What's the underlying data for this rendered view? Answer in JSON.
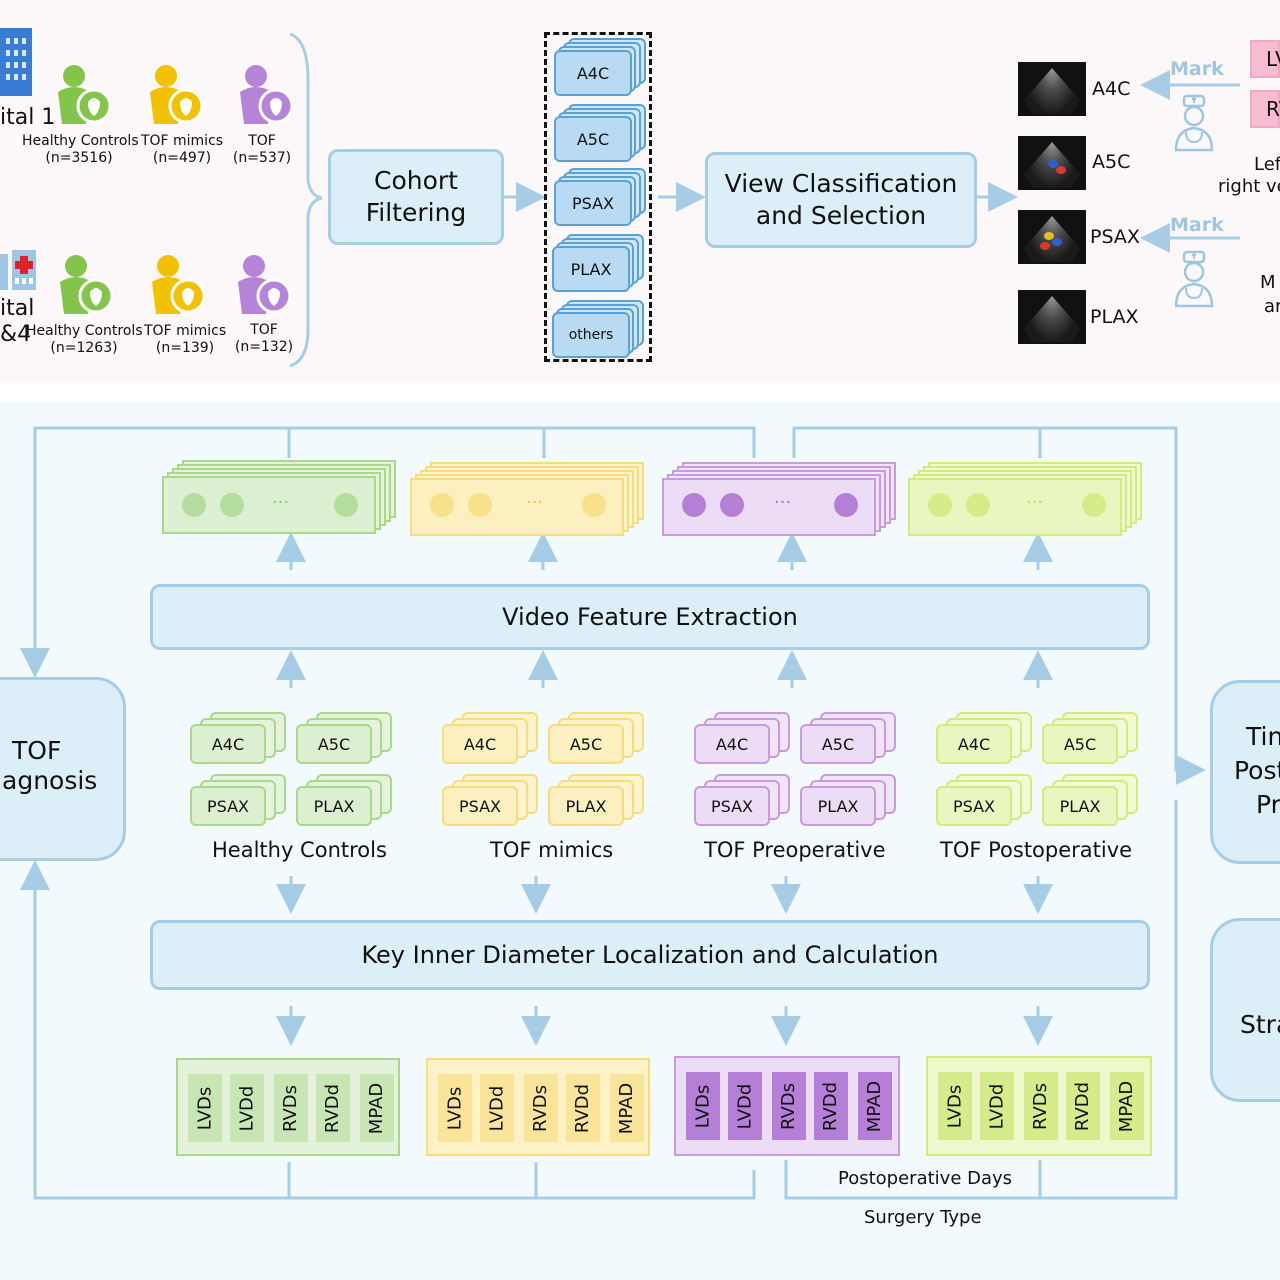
{
  "top": {
    "hospital_a": {
      "name": "ital 1"
    },
    "hospital_b": {
      "name_line1": "ital",
      "name_line2": "&4"
    },
    "groups_a": [
      {
        "name": "Healthy Controls",
        "n": "(n=3516)"
      },
      {
        "name": "TOF mimics",
        "n": "(n=497)"
      },
      {
        "name": "TOF",
        "n": "(n=537)"
      }
    ],
    "groups_b": [
      {
        "name": "Healthy Controls",
        "n": "(n=1263)"
      },
      {
        "name": "TOF mimics",
        "n": "(n=139)"
      },
      {
        "name": "TOF",
        "n": "(n=132)"
      }
    ],
    "cohort_filtering": {
      "line1": "Cohort",
      "line2": "Filtering"
    },
    "views": [
      "A4C",
      "A5C",
      "PSAX",
      "PLAX",
      "others"
    ],
    "view_classification": {
      "line1": "View Classification",
      "line2": "and Selection"
    },
    "selected_views": [
      "A4C",
      "A5C",
      "PSAX",
      "PLAX"
    ],
    "mark_label": "Mark",
    "pink_labels": [
      "LV",
      "RV"
    ],
    "right_text_1": {
      "line1": "Lef",
      "line2": "right ve"
    },
    "right_text_2": {
      "line1": "M",
      "line2": "ar"
    }
  },
  "bottom": {
    "video_feature_extraction": "Video Feature Extraction",
    "key_diameter": "Key Inner Diameter Localization and Calculation",
    "ellipsis": "···",
    "groups": [
      {
        "name": "Healthy Controls",
        "color": "#a8d98a"
      },
      {
        "name": "TOF mimics",
        "color": "#f7dd7a"
      },
      {
        "name": "TOF Preoperative",
        "color": "#c89ae0"
      },
      {
        "name": "TOF Postoperative",
        "color": "#d2ec7a"
      }
    ],
    "view_cards": [
      "A4C",
      "A5C",
      "PSAX",
      "PLAX"
    ],
    "measurements": [
      "LVDs",
      "LVDd",
      "RVDs",
      "RVDd",
      "MPAD"
    ],
    "left_box": {
      "line1": "TOF",
      "line2": "agnosis"
    },
    "right_box_1": {
      "line1": "Tin",
      "line2": "Post",
      "line3": "Pr"
    },
    "right_box_2": {
      "line1": "Stra"
    },
    "postoperative_days": "Postoperative Days",
    "surgery_type": "Surgery Type"
  },
  "colors": {
    "line": "#a7cde6",
    "green": "#a8d98a",
    "yellow": "#f7dd7a",
    "purple": "#c89ae0",
    "lime": "#d2ec7a",
    "pink": "#f7bcd2"
  }
}
